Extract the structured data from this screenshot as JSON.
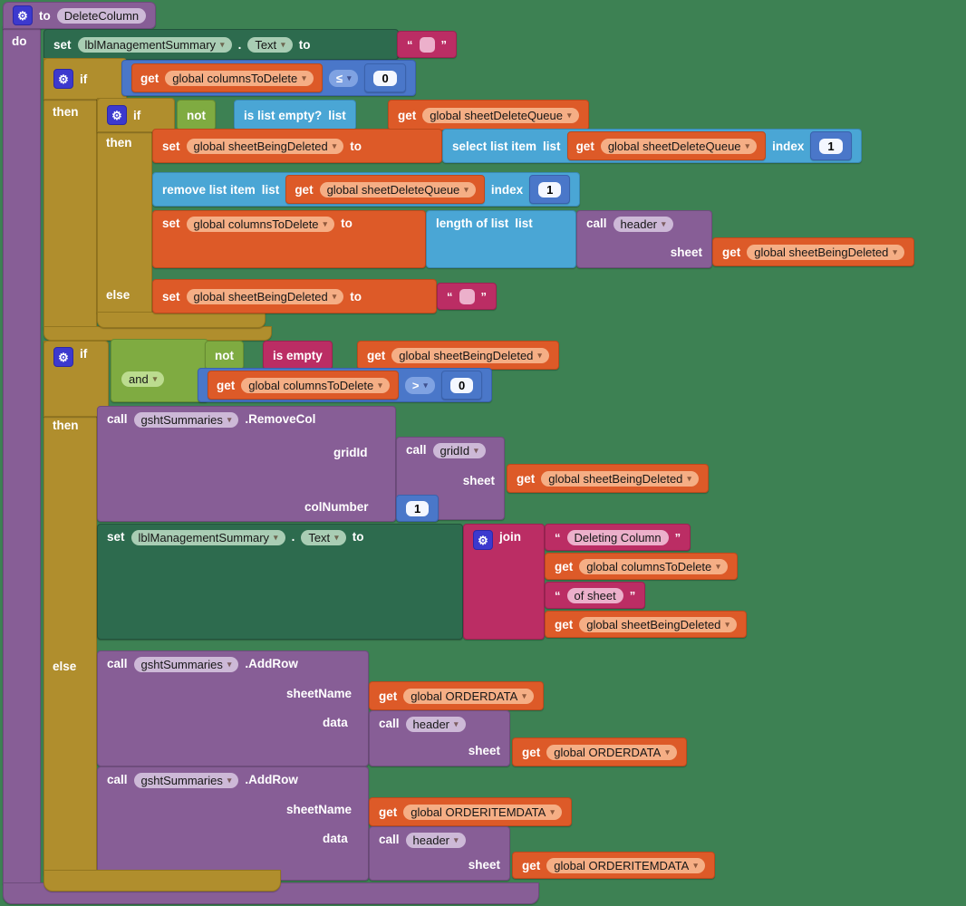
{
  "workspace": {
    "background": "#3D8153"
  },
  "colors": {
    "procedure_purple": "#875E96",
    "control_gold": "#B08E2D",
    "variables_orange": "#DD5A28",
    "lists_cyan": "#4AA6D5",
    "math_blue": "#4A77C9",
    "logic_green": "#7FAB41",
    "text_magenta": "#BB2D64",
    "component_dark_green": "#2D6B4E",
    "mutator_gear_blue": "#3C39CE"
  },
  "kw": {
    "to": "to",
    "do": "do",
    "if": "if",
    "then": "then",
    "else": "else",
    "set": "set",
    "get": "get",
    "call": "call",
    "not": "not",
    "and": "and",
    "join": "join",
    "list": "list",
    "index": "index",
    "sheet": "sheet",
    "dot": "."
  },
  "punct": {
    "open_quote": "“",
    "close_quote": "”",
    "arrow": "▾",
    "gear": "⚙"
  },
  "proc": {
    "name": "DeleteColumn"
  },
  "vars": {
    "columnsToDelete": "global columnsToDelete",
    "sheetDeleteQueue": "global sheetDeleteQueue",
    "sheetBeingDeleted": "global sheetBeingDeleted",
    "ORDERDATA": "global ORDERDATA",
    "ORDERITEMDATA": "global ORDERITEMDATA"
  },
  "components": {
    "summaryLabel": "lblManagementSummary",
    "textProp": "Text",
    "sheets": "gshtSummaries"
  },
  "methods": {
    "removeCol": ".RemoveCol",
    "addRow": ".AddRow"
  },
  "procCalls": {
    "header": "header",
    "gridId": "gridId"
  },
  "params": {
    "gridId": "gridId",
    "colNumber": "colNumber",
    "sheetName": "sheetName",
    "data": "data",
    "sheet": "sheet"
  },
  "ops": {
    "le": "≤",
    "gt": ">",
    "isListEmpty": "is list empty?",
    "isEmpty": "is empty",
    "selectListItem": "select list item",
    "removeListItem": "remove list item",
    "lengthOfList": "length of list"
  },
  "nums": {
    "zero": "0",
    "one": "1"
  },
  "strs": {
    "deletingColumn": " Deleting Column ",
    "ofSheet": " of sheet "
  }
}
